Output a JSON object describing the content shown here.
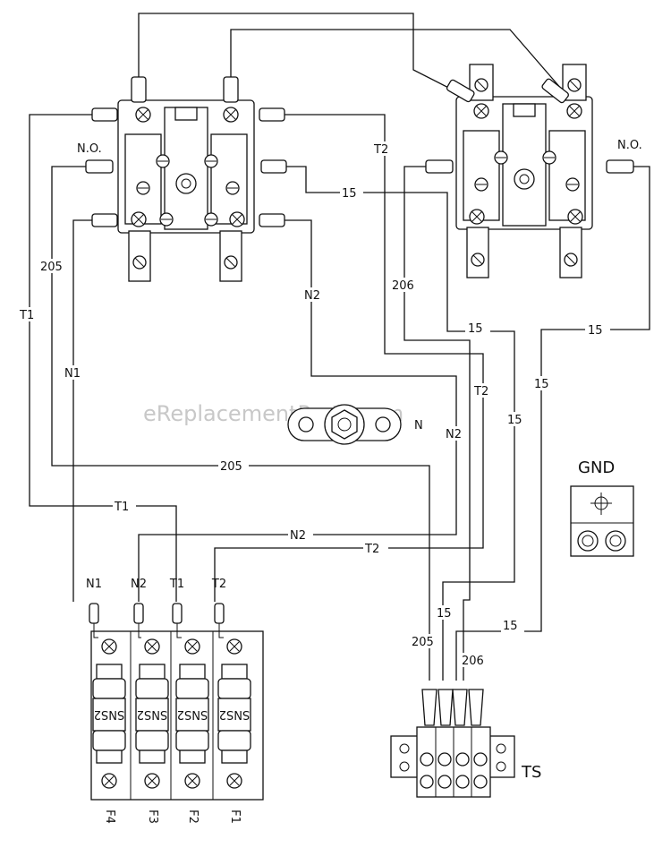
{
  "watermark": "eReplacementParts.com",
  "labels": {
    "no_left": "N.O.",
    "no_right": "N.O.",
    "gnd": "GND",
    "ts": "TS",
    "n": "N"
  },
  "wire_labels": {
    "t1_left": "T1",
    "w205_left": "205",
    "n1_left": "N1",
    "t2_top": "T2",
    "w15_top": "15",
    "n2_mid": "N2",
    "w206_right": "206",
    "w15_a": "15",
    "w15_b": "15",
    "w15_c": "15",
    "w15_d": "15",
    "t2_mid": "T2",
    "n2_right": "N2",
    "w205_mid": "205",
    "t1_mid": "T1",
    "n2_low": "N2",
    "t2_low": "T2",
    "w15_ts": "15",
    "w15_ts2": "15",
    "w205_ts": "205",
    "w206_ts": "206"
  },
  "fuse_block": {
    "top_labels": [
      "N1",
      "N2",
      "T1",
      "T2"
    ],
    "bottom_labels": [
      "F4",
      "F3",
      "F2",
      "F1"
    ],
    "fuse_text": "SNS2"
  }
}
